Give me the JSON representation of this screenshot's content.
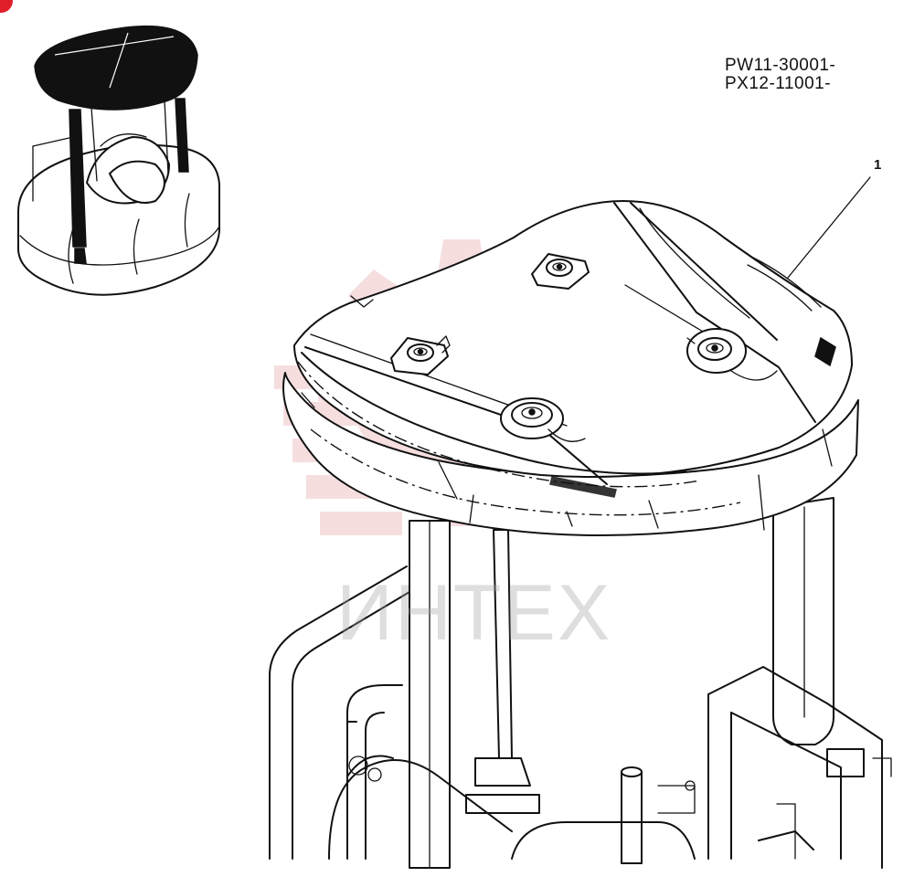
{
  "serial_numbers": {
    "line1": "PW11-30001-",
    "line2": "PX12-11001-"
  },
  "callouts": {
    "canopy": "1"
  },
  "watermark": {
    "text": "ИНТЕХ"
  },
  "colors": {
    "line": "#111111",
    "canopy_fill_inset": "#111111",
    "watermark_red": "#e8a3a6",
    "watermark_gray": "#a0a0a0",
    "corner_mark": "#e01e2a"
  }
}
